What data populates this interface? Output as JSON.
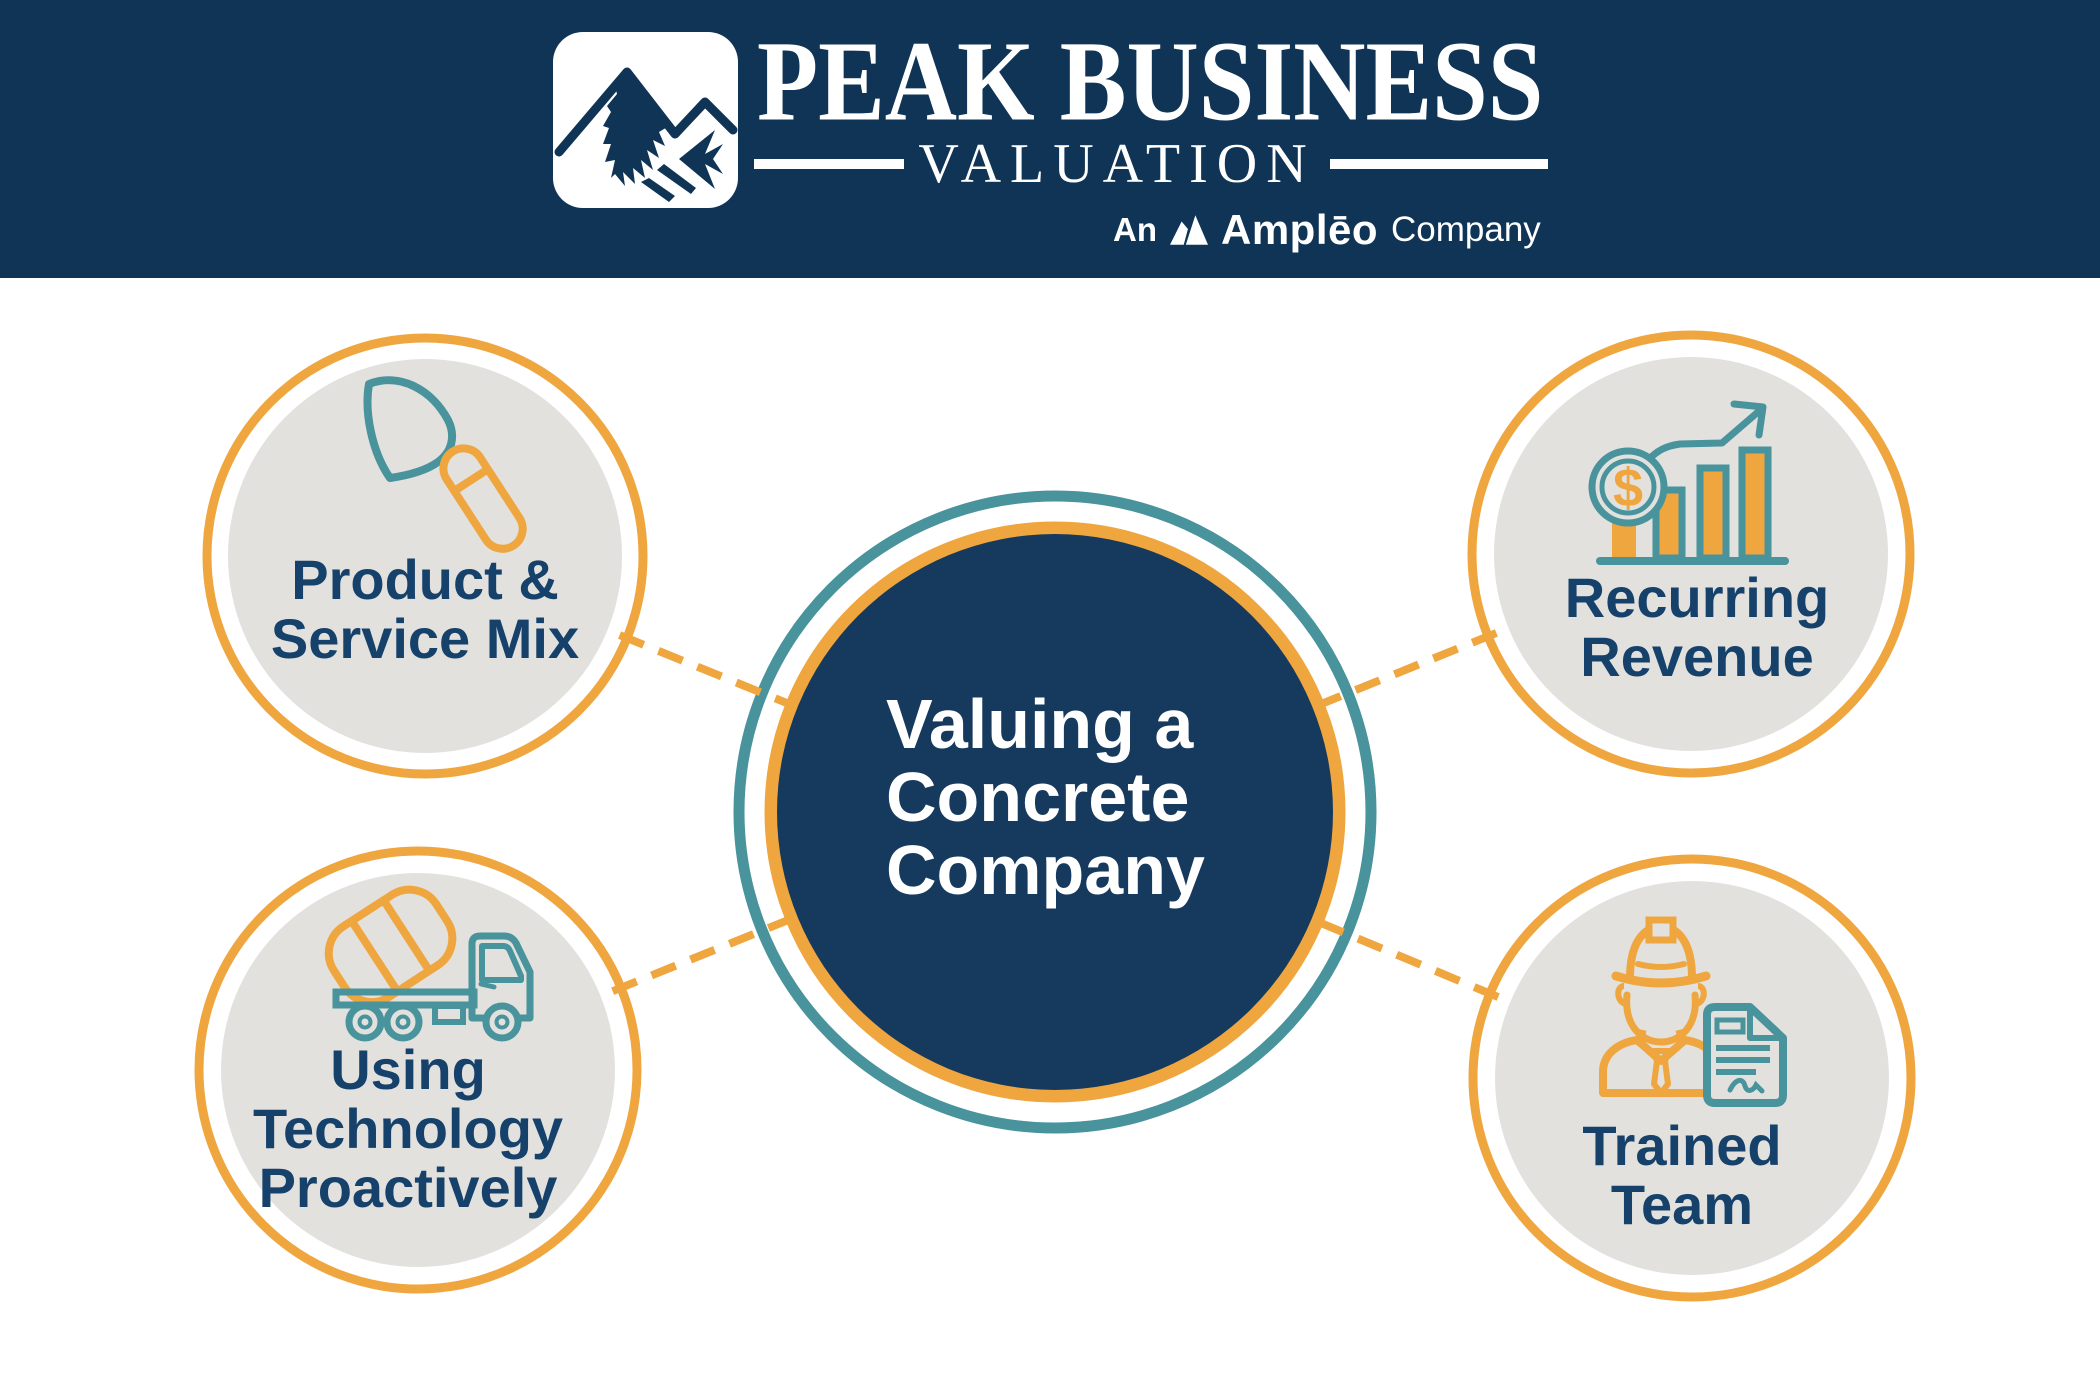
{
  "header": {
    "brand_name": "PEAK BUSINESS",
    "brand_subtitle": "VALUATION",
    "tagline": {
      "prefix": "An",
      "brand": "Amplēo",
      "suffix": "Company"
    }
  },
  "diagram": {
    "center": {
      "lines": [
        "Valuing a",
        "Concrete",
        "Company"
      ]
    },
    "nodes": [
      {
        "id": "product-service-mix",
        "icon": "trowel-icon",
        "lines": [
          "Product &",
          "Service Mix"
        ]
      },
      {
        "id": "recurring-revenue",
        "icon": "revenue-growth-chart-icon",
        "lines": [
          "Recurring",
          "Revenue"
        ]
      },
      {
        "id": "using-technology-proactively",
        "icon": "concrete-mixer-truck-icon",
        "lines": [
          "Using",
          "Technology",
          "Proactively"
        ]
      },
      {
        "id": "trained-team",
        "icon": "construction-worker-document-icon",
        "lines": [
          "Trained",
          "Team"
        ]
      }
    ],
    "dollar_glyph": "$"
  },
  "colors": {
    "navy_header": "#0f3456",
    "navy_circle": "#16395e",
    "navy_text": "#15416b",
    "orange": "#efa63f",
    "teal": "#48939c",
    "gray_fill": "#e2e1dd",
    "white": "#ffffff"
  }
}
